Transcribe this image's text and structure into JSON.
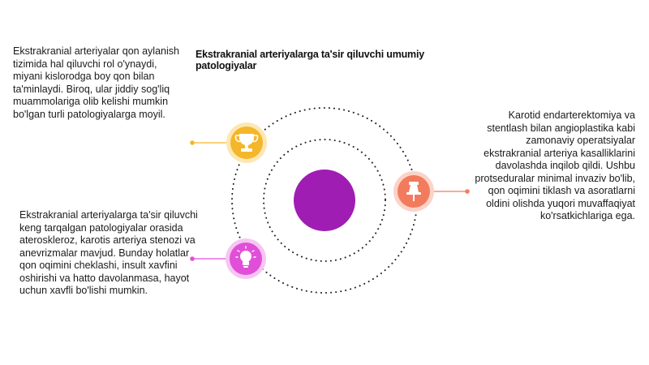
{
  "title": "Ekstrakranial arteriyalarga ta'sir qiluvchi umumiy patologiyalar",
  "text_top_left": "Ekstrakranial arteriyalar qon aylanish tizimida hal qiluvchi rol o'ynaydi, miyani kislorodga boy qon bilan ta'minlaydi. Biroq, ular jiddiy sog'liq muammolariga olib kelishi mumkin bo'lgan turli patologiyalarga moyil.",
  "text_bottom_left": "Ekstrakranial arteriyalarga ta'sir qiluvchi keng tarqalgan patologiyalar orasida ateroskleroz, karotis arteriya stenozi va anevrizmalar mavjud. Bunday holatlar qon oqimini cheklashi, insult xavfini oshirishi va hatto davolanmasa, hayot uchun xavfli bo'lishi mumkin.",
  "text_right": "Karotid endarterektomiya va stentlash bilan angioplastika kabi zamonaviy operatsiyalar ekstrakranial arteriya kasalliklarini davolashda inqilob qildi. Ushbu protseduralar minimal invaziv bo'lib, qon oqimini tiklash va asoratlarni oldini olishda yuqori muvaffaqiyat ko'rsatkichlariga ega.",
  "nodes": [
    {
      "icon": "trophy-icon",
      "color": "#f4b62a"
    },
    {
      "icon": "pushpin-icon",
      "color": "#f27b5e"
    },
    {
      "icon": "lightbulb-icon",
      "color": "#e14fd8"
    }
  ],
  "colors": {
    "center": "#a01db4",
    "orbit": "#222222"
  }
}
